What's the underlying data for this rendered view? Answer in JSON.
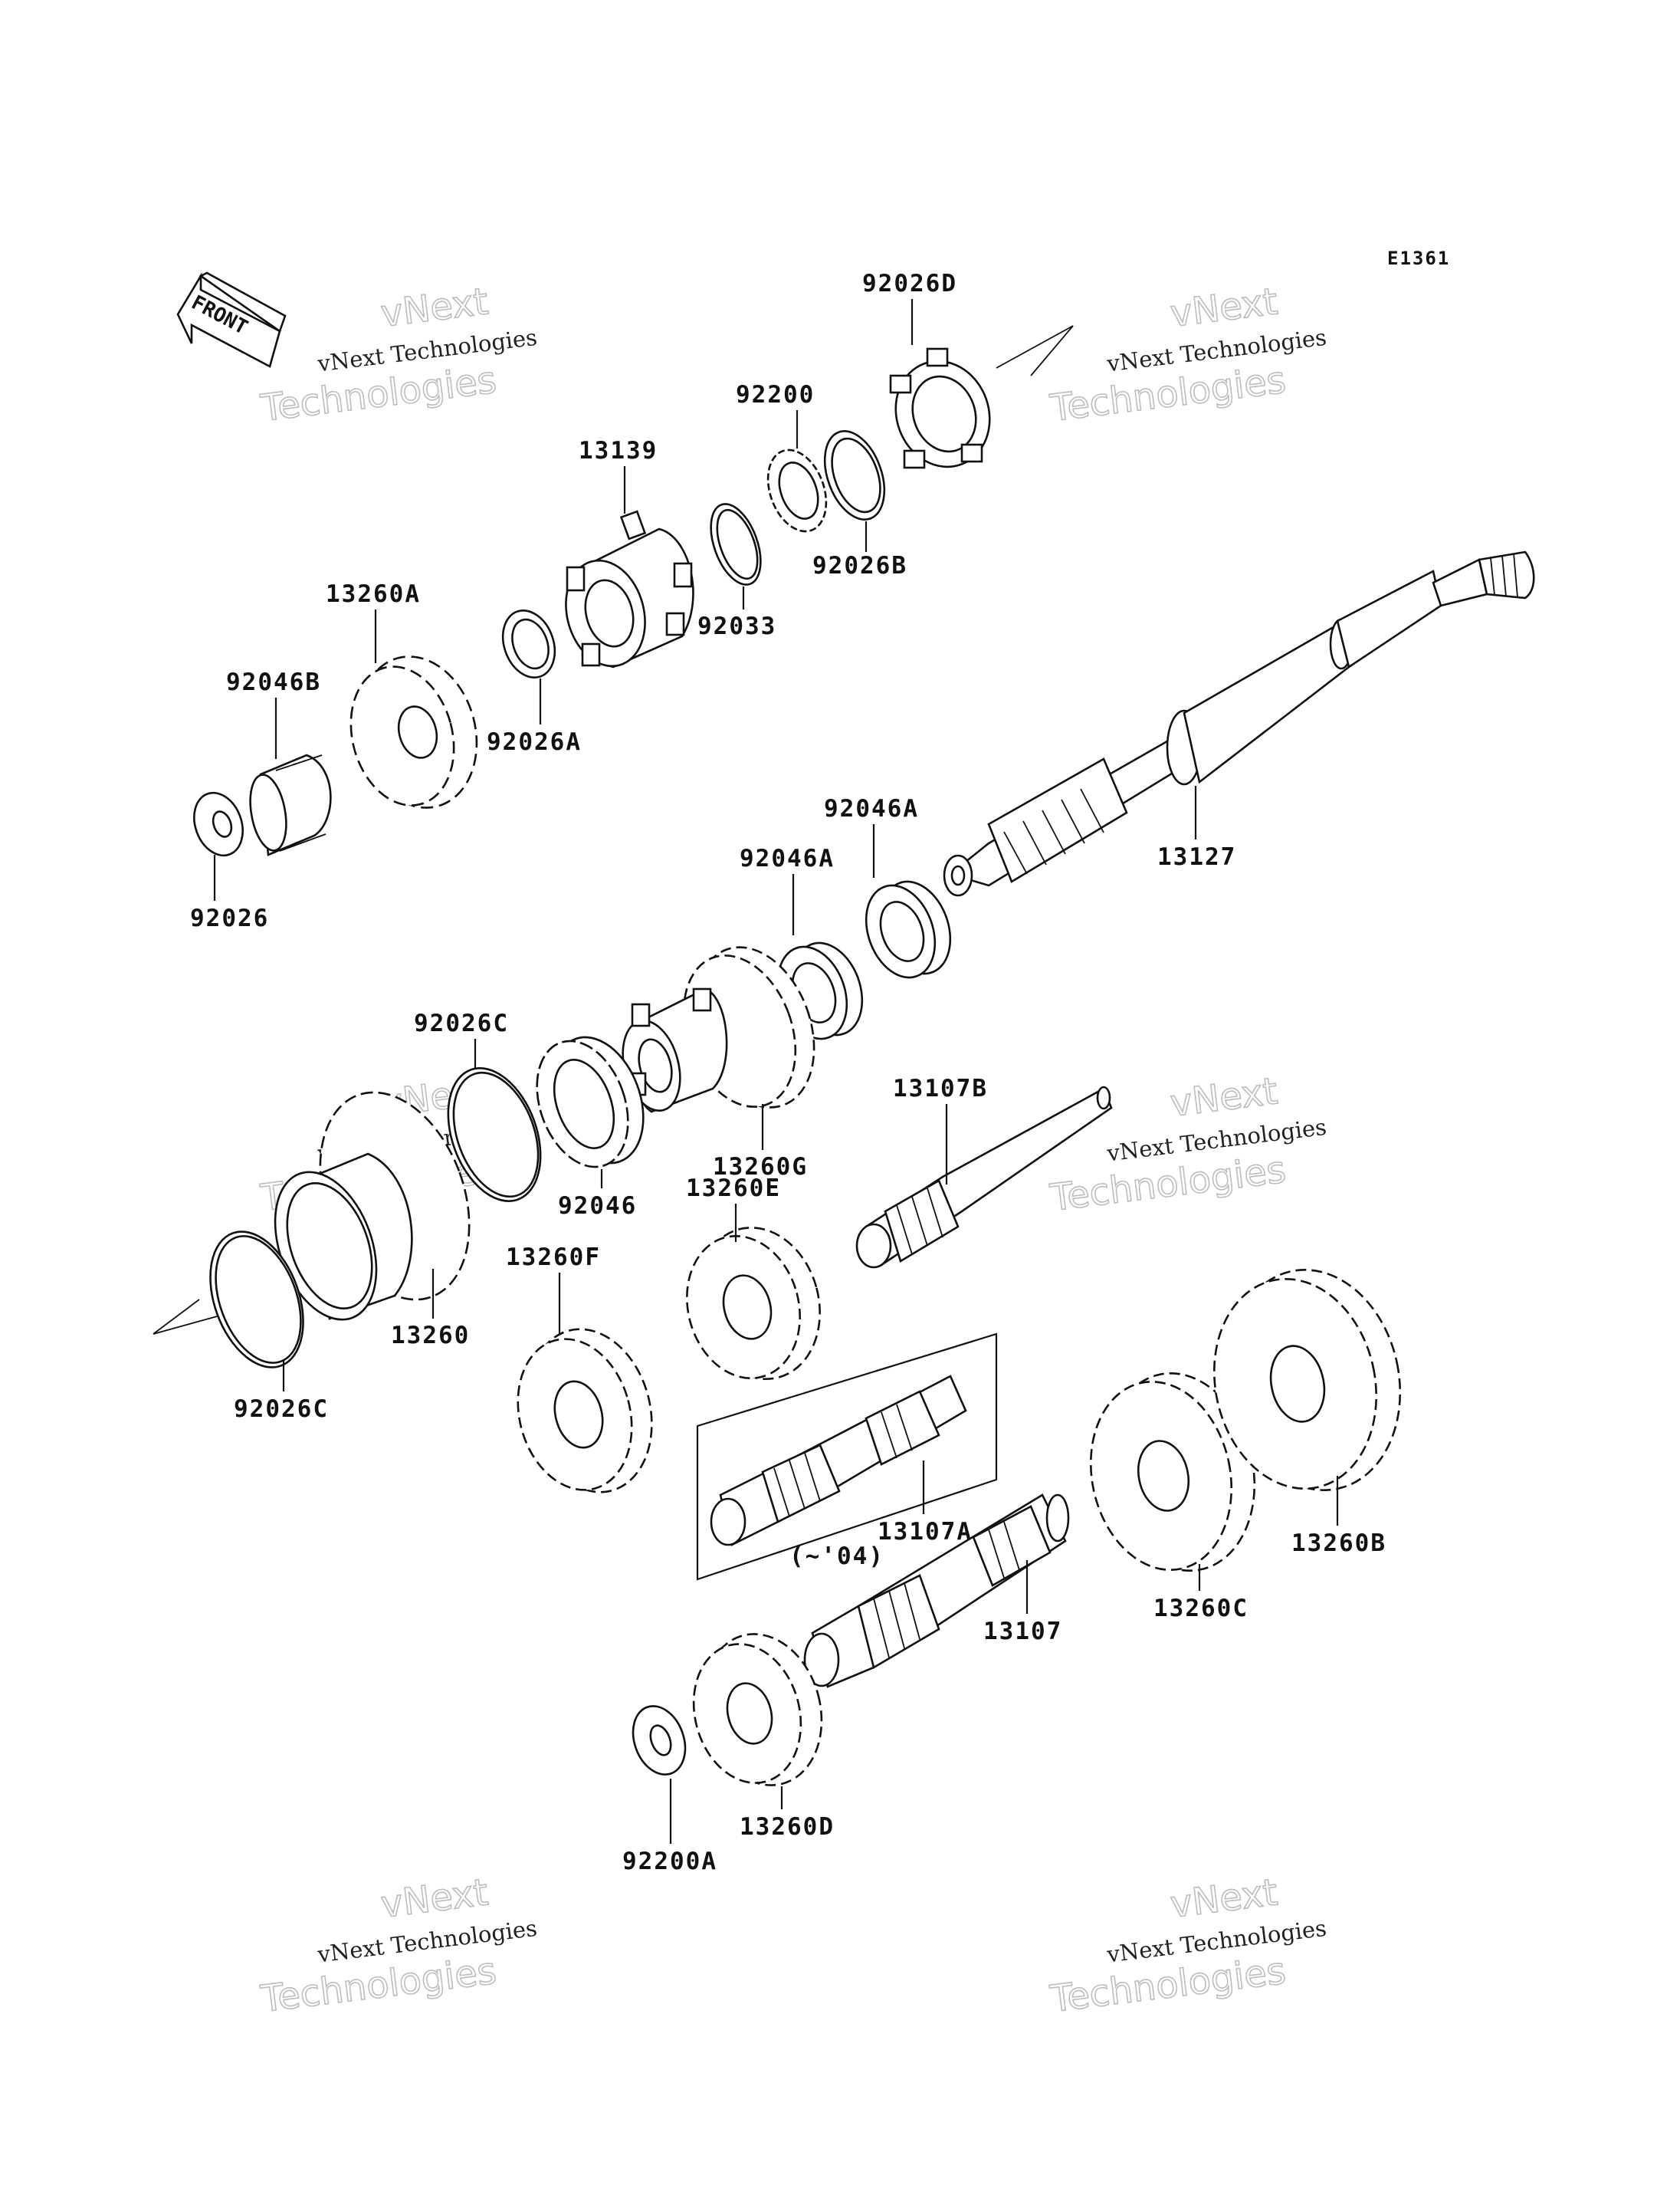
{
  "diagram_code": "E1361",
  "front_label": "FRONT",
  "variant_note": "(~'04)",
  "watermark": {
    "line1": "vNext",
    "line2": "vNext Technologies",
    "line3": "Technologies"
  },
  "parts": {
    "p92026D": "92026D",
    "p92200": "92200",
    "p13139": "13139",
    "p92026B": "92026B",
    "p92033": "92033",
    "p13260A": "13260A",
    "p92046B": "92046B",
    "p92026A": "92026A",
    "p92026": "92026",
    "p92046A_1": "92046A",
    "p92046A_2": "92046A",
    "p13127": "13127",
    "p92026C_1": "92026C",
    "p13260G": "13260G",
    "p13107B": "13107B",
    "p92046": "92046",
    "p13260E": "13260E",
    "p13260F": "13260F",
    "p13260": "13260",
    "p92026C_2": "92026C",
    "p13107A": "13107A",
    "p13260B": "13260B",
    "p13260C": "13260C",
    "p13107": "13107",
    "p13260D": "13260D",
    "p92200A": "92200A"
  }
}
